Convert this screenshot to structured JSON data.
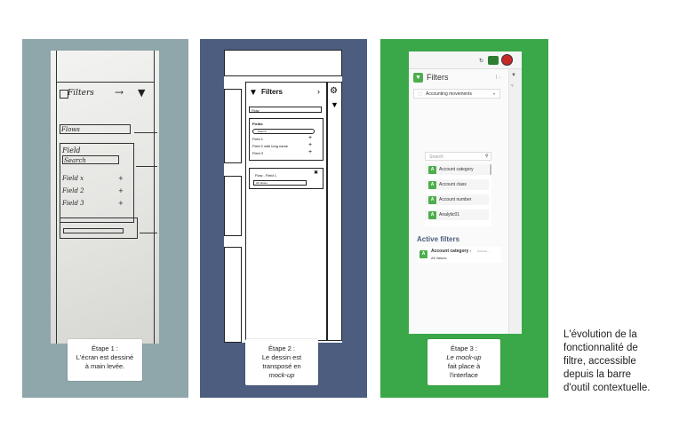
{
  "steps": [
    {
      "caption_line1": "Étape 1 :",
      "caption_line2": "L'écran est dessiné",
      "caption_line3": "à main levée."
    },
    {
      "caption_line1": "Étape 2 :",
      "caption_line2": "Le dessin est",
      "caption_line3": "transposé en",
      "caption_line4": "mock-up"
    },
    {
      "caption_line1": "Étape 3 :",
      "caption_line2": "Le mock-up",
      "caption_line3": "fait place à",
      "caption_line4": "l'interface"
    }
  ],
  "side_note": {
    "line1": "L'évolution de la",
    "line2": "fonctionnalité de",
    "line3": "filtre, accessible",
    "line4": "depuis la barre",
    "line5": "d'outil contextuelle."
  },
  "sketch": {
    "title": "Filters",
    "select": "Flows",
    "field_header": "Field",
    "search": "Search",
    "fields": [
      "Field x",
      "Field 2",
      "Field 3"
    ]
  },
  "mockup": {
    "title": "Filters",
    "select": "Flow",
    "fields_label": "Fields",
    "search_placeholder": "Search",
    "fields": [
      "Field 1",
      "Field 2 with long name",
      "Field 3"
    ],
    "active_field": "Flow - Field 1",
    "active_value": "All values"
  },
  "app": {
    "title": "Filters",
    "dataset": "Accounting movements",
    "search_placeholder": "Search",
    "fields": [
      {
        "badge": "A",
        "label": "Account category"
      },
      {
        "badge": "A",
        "label": "Account class"
      },
      {
        "badge": "A",
        "label": "Account number"
      },
      {
        "badge": "A",
        "label": "Analytic01"
      }
    ],
    "active_filters_title": "Active filters",
    "active_filter": {
      "badge": "A",
      "label": "Account category -",
      "label_suffix": "Accou...",
      "value": "All Values"
    }
  },
  "colors": {
    "panel1": "#8fa6ab",
    "panel2": "#4c5d80",
    "panel3": "#3aa848",
    "accent": "#4cae4c",
    "active_title": "#4c5d80"
  }
}
